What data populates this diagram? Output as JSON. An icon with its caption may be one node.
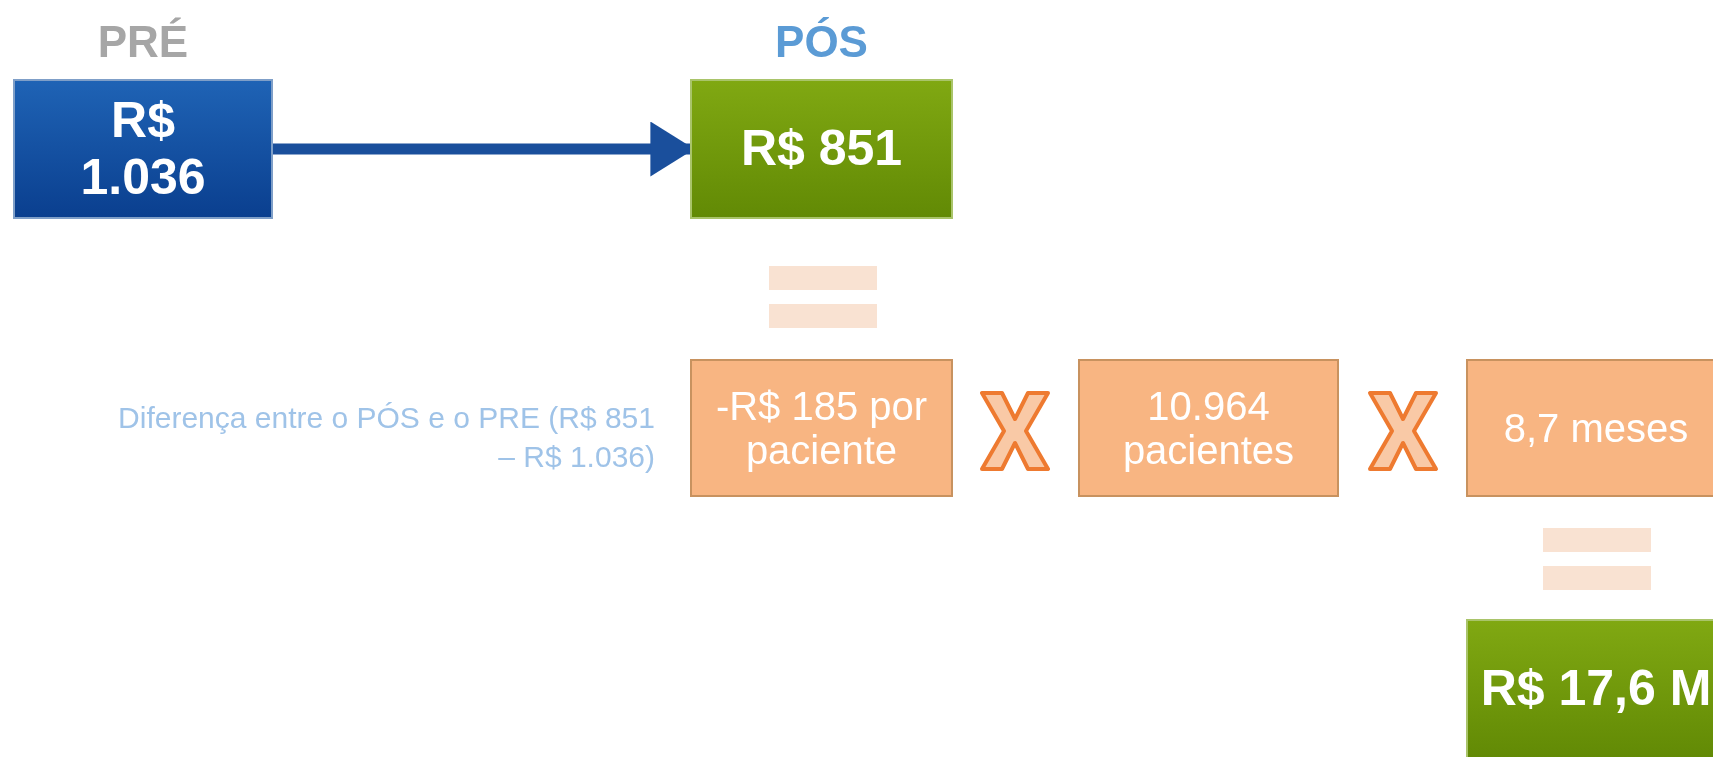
{
  "diagram": {
    "nodes": [
      {
        "text": [
          "PRÉ",
          "R$ 1.036"
        ]
      },
      {
        "text": [
          "PÓS",
          "R$ 851"
        ]
      },
      {
        "text": [
          "-R$ 185 por paciente"
        ],
        "beside": [
          "Diferença entre o PÓS e o PRE (R$ 851 – R$ 1.036)"
        ]
      },
      {
        "text": [
          "10.964 pacientes"
        ]
      },
      {
        "text": [
          "8,7 meses"
        ]
      },
      {
        "text": [
          "R$ 17,6 M"
        ]
      }
    ],
    "edges": [
      {
        "from": 0,
        "to": 1,
        "arrow": "to"
      }
    ]
  }
}
